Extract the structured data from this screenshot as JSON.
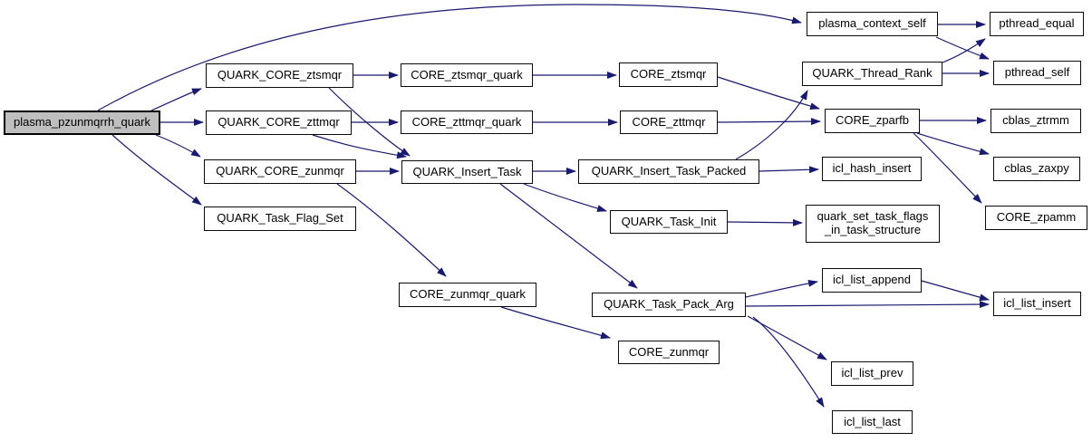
{
  "diagram": {
    "type": "doxygen-call-graph",
    "root_function": "plasma_pzunmqrrh_quark",
    "colors": {
      "edge": "#191970",
      "node_fill": "#ffffff",
      "node_border": "#0a0a0a",
      "root_fill": "#bfbfbf",
      "text": "#000000",
      "background": "#ffffff"
    },
    "nodes": [
      {
        "id": "plasma_pzunmqrrh_quark",
        "label": "plasma_pzunmqrrh_quark",
        "root": true
      },
      {
        "id": "QUARK_CORE_ztsmqr",
        "label": "QUARK_CORE_ztsmqr"
      },
      {
        "id": "QUARK_CORE_zttmqr",
        "label": "QUARK_CORE_zttmqr"
      },
      {
        "id": "QUARK_CORE_zunmqr",
        "label": "QUARK_CORE_zunmqr"
      },
      {
        "id": "QUARK_Task_Flag_Set",
        "label": "QUARK_Task_Flag_Set"
      },
      {
        "id": "CORE_ztsmqr_quark",
        "label": "CORE_ztsmqr_quark"
      },
      {
        "id": "CORE_zttmqr_quark",
        "label": "CORE_zttmqr_quark"
      },
      {
        "id": "QUARK_Insert_Task",
        "label": "QUARK_Insert_Task"
      },
      {
        "id": "CORE_zunmqr_quark",
        "label": "CORE_zunmqr_quark"
      },
      {
        "id": "CORE_ztsmqr",
        "label": "CORE_ztsmqr"
      },
      {
        "id": "CORE_zttmqr",
        "label": "CORE_zttmqr"
      },
      {
        "id": "QUARK_Insert_Task_Packed",
        "label": "QUARK_Insert_Task_Packed"
      },
      {
        "id": "QUARK_Task_Init",
        "label": "QUARK_Task_Init"
      },
      {
        "id": "QUARK_Task_Pack_Arg",
        "label": "QUARK_Task_Pack_Arg"
      },
      {
        "id": "CORE_zunmqr",
        "label": "CORE_zunmqr"
      },
      {
        "id": "plasma_context_self",
        "label": "plasma_context_self"
      },
      {
        "id": "QUARK_Thread_Rank",
        "label": "QUARK_Thread_Rank"
      },
      {
        "id": "CORE_zparfb",
        "label": "CORE_zparfb"
      },
      {
        "id": "icl_hash_insert",
        "label": "icl_hash_insert"
      },
      {
        "id": "quark_set_task_flags_in_task_structure",
        "label": "quark_set_task_flags_in_task_structure",
        "label_lines": [
          "quark_set_task_flags",
          "_in_task_structure"
        ]
      },
      {
        "id": "icl_list_append",
        "label": "icl_list_append"
      },
      {
        "id": "icl_list_prev",
        "label": "icl_list_prev"
      },
      {
        "id": "icl_list_last",
        "label": "icl_list_last"
      },
      {
        "id": "pthread_equal",
        "label": "pthread_equal"
      },
      {
        "id": "pthread_self",
        "label": "pthread_self"
      },
      {
        "id": "cblas_ztrmm",
        "label": "cblas_ztrmm"
      },
      {
        "id": "cblas_zaxpy",
        "label": "cblas_zaxpy"
      },
      {
        "id": "CORE_zpamm",
        "label": "CORE_zpamm"
      },
      {
        "id": "icl_list_insert",
        "label": "icl_list_insert"
      }
    ],
    "edges": [
      {
        "from": "plasma_pzunmqrrh_quark",
        "to": "plasma_context_self"
      },
      {
        "from": "plasma_pzunmqrrh_quark",
        "to": "QUARK_CORE_ztsmqr"
      },
      {
        "from": "plasma_pzunmqrrh_quark",
        "to": "QUARK_CORE_zttmqr"
      },
      {
        "from": "plasma_pzunmqrrh_quark",
        "to": "QUARK_CORE_zunmqr"
      },
      {
        "from": "plasma_pzunmqrrh_quark",
        "to": "QUARK_Task_Flag_Set"
      },
      {
        "from": "QUARK_CORE_ztsmqr",
        "to": "CORE_ztsmqr_quark"
      },
      {
        "from": "QUARK_CORE_ztsmqr",
        "to": "QUARK_Insert_Task"
      },
      {
        "from": "QUARK_CORE_zttmqr",
        "to": "CORE_zttmqr_quark"
      },
      {
        "from": "QUARK_CORE_zttmqr",
        "to": "QUARK_Insert_Task"
      },
      {
        "from": "QUARK_CORE_zunmqr",
        "to": "QUARK_Insert_Task"
      },
      {
        "from": "QUARK_CORE_zunmqr",
        "to": "CORE_zunmqr_quark"
      },
      {
        "from": "CORE_ztsmqr_quark",
        "to": "CORE_ztsmqr"
      },
      {
        "from": "CORE_zttmqr_quark",
        "to": "CORE_zttmqr"
      },
      {
        "from": "CORE_zunmqr_quark",
        "to": "CORE_zunmqr"
      },
      {
        "from": "QUARK_Insert_Task",
        "to": "QUARK_Insert_Task_Packed"
      },
      {
        "from": "QUARK_Insert_Task",
        "to": "QUARK_Task_Init"
      },
      {
        "from": "QUARK_Insert_Task",
        "to": "QUARK_Task_Pack_Arg"
      },
      {
        "from": "QUARK_Insert_Task_Packed",
        "to": "QUARK_Thread_Rank"
      },
      {
        "from": "QUARK_Insert_Task_Packed",
        "to": "icl_hash_insert"
      },
      {
        "from": "QUARK_Task_Init",
        "to": "quark_set_task_flags_in_task_structure"
      },
      {
        "from": "QUARK_Task_Pack_Arg",
        "to": "icl_list_append"
      },
      {
        "from": "QUARK_Task_Pack_Arg",
        "to": "icl_list_insert"
      },
      {
        "from": "QUARK_Task_Pack_Arg",
        "to": "icl_list_prev"
      },
      {
        "from": "QUARK_Task_Pack_Arg",
        "to": "icl_list_last"
      },
      {
        "from": "icl_list_append",
        "to": "icl_list_insert"
      },
      {
        "from": "CORE_ztsmqr",
        "to": "CORE_zparfb"
      },
      {
        "from": "CORE_zttmqr",
        "to": "CORE_zparfb"
      },
      {
        "from": "CORE_zparfb",
        "to": "cblas_ztrmm"
      },
      {
        "from": "CORE_zparfb",
        "to": "cblas_zaxpy"
      },
      {
        "from": "CORE_zparfb",
        "to": "CORE_zpamm"
      },
      {
        "from": "plasma_context_self",
        "to": "pthread_equal"
      },
      {
        "from": "plasma_context_self",
        "to": "pthread_self"
      },
      {
        "from": "QUARK_Thread_Rank",
        "to": "pthread_equal"
      },
      {
        "from": "QUARK_Thread_Rank",
        "to": "pthread_self"
      }
    ]
  }
}
